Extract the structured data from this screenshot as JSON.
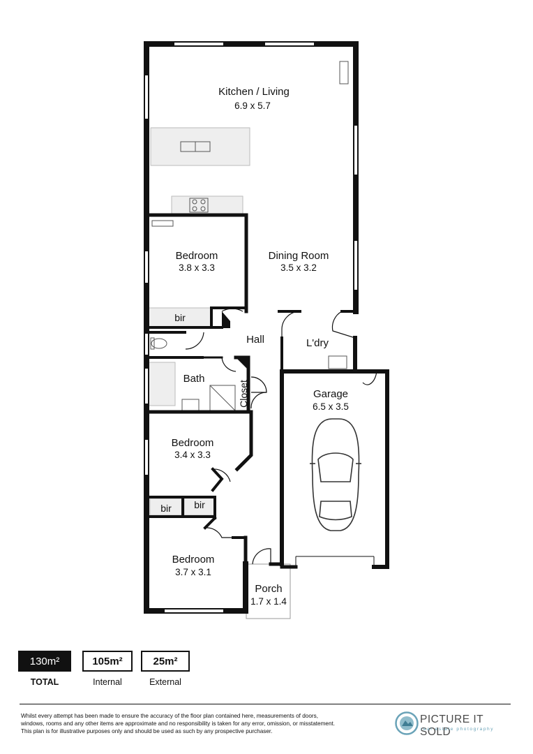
{
  "rooms": {
    "kitchen_living": {
      "name": "Kitchen / Living",
      "dims": "6.9 x 5.7"
    },
    "bedroom1": {
      "name": "Bedroom",
      "dims": "3.8 x 3.3"
    },
    "dining": {
      "name": "Dining Room",
      "dims": "3.5 x 3.2"
    },
    "hall": {
      "name": "Hall"
    },
    "laundry": {
      "name": "L'dry"
    },
    "bath": {
      "name": "Bath"
    },
    "closet": {
      "name": "Closet"
    },
    "garage": {
      "name": "Garage",
      "dims": "6.5 x 3.5"
    },
    "bedroom2": {
      "name": "Bedroom",
      "dims": "3.4 x 3.3"
    },
    "bedroom3": {
      "name": "Bedroom",
      "dims": "3.7 x 3.1"
    },
    "porch": {
      "name": "Porch",
      "dims": "1.7 x 1.4"
    },
    "bir1": {
      "name": "bir"
    },
    "bir2": {
      "name": "bir"
    },
    "bir3": {
      "name": "bir"
    }
  },
  "stats": {
    "total": {
      "value": "130m²",
      "caption": "TOTAL"
    },
    "internal": {
      "value": "105m²",
      "caption": "Internal"
    },
    "external": {
      "value": "25m²",
      "caption": "External"
    }
  },
  "disclaimer": [
    "Whilst every attempt has been made to ensure the accuracy of the floor plan contained here, measurements of doors,",
    "windows, rooms and any other items are approximate and no responsibility is taken for any error, omission, or misstatement.",
    "This plan is for illustrative purposes only and should be used as such by any prospective purchaser."
  ],
  "logo": {
    "brand": "PICTURE IT SOLD",
    "tagline": "real estate photography"
  },
  "colors": {
    "wall": "#111111",
    "fixture_fill": "#eeeeee",
    "logo_teal": "#6aa3b8"
  }
}
